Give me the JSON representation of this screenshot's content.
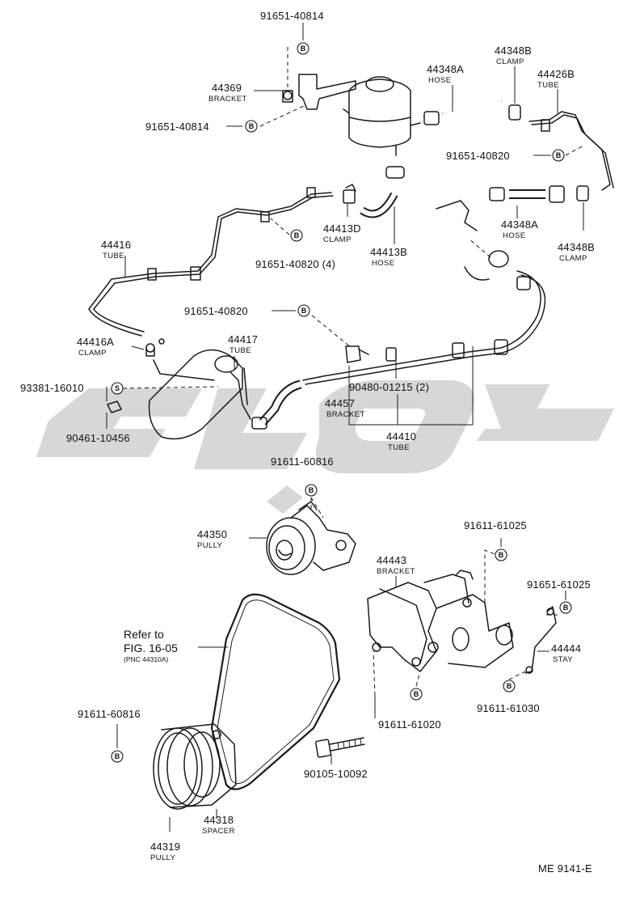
{
  "diagram_code": "ME 9141-E",
  "labels": {
    "p_91651_40814_top": {
      "num": "91651-40814"
    },
    "p_44369": {
      "num": "44369",
      "name": "BRACKET"
    },
    "p_91651_40814_left": {
      "num": "91651-40814"
    },
    "p_44348A_top": {
      "num": "44348A",
      "name": "HOSE"
    },
    "p_44348B_top": {
      "num": "44348B",
      "name": "CLAMP"
    },
    "p_44426B": {
      "num": "44426B",
      "name": "TUBE"
    },
    "p_91651_40820_right": {
      "num": "91651-40820"
    },
    "p_44416": {
      "num": "44416",
      "name": "TUBE"
    },
    "p_44413D": {
      "num": "44413D",
      "name": "CLAMP"
    },
    "p_91651_40820_4": {
      "num": "91651-40820 (4)"
    },
    "p_44413B": {
      "num": "44413B",
      "name": "HOSE"
    },
    "p_44348A_mid": {
      "num": "44348A",
      "name": "HOSE"
    },
    "p_44348B_mid": {
      "num": "44348B",
      "name": "CLAMP"
    },
    "p_91651_40820_mid": {
      "num": "91651-40820"
    },
    "p_44416A": {
      "num": "44416A",
      "name": "CLAMP"
    },
    "p_44417": {
      "num": "44417",
      "name": "TUBE"
    },
    "p_93381": {
      "num": "93381-16010"
    },
    "p_90480": {
      "num": "90480-01215 (2)"
    },
    "p_44457": {
      "num": "44457",
      "name": "BRACKET"
    },
    "p_90461": {
      "num": "90461-10456"
    },
    "p_44410": {
      "num": "44410",
      "name": "TUBE"
    },
    "p_91611_60816_top": {
      "num": "91611-60816"
    },
    "p_44350": {
      "num": "44350",
      "name": "PULLY"
    },
    "p_91611_61025": {
      "num": "91611-61025"
    },
    "p_44443": {
      "num": "44443",
      "name": "BRACKET"
    },
    "p_91651_61025": {
      "num": "91651-61025"
    },
    "p_44444": {
      "num": "44444",
      "name": "STAY"
    },
    "p_91611_61030": {
      "num": "91611-61030"
    },
    "p_91611_61020": {
      "num": "91611-61020"
    },
    "p_91611_60816_low": {
      "num": "91611-60816"
    },
    "p_90105": {
      "num": "90105-10092"
    },
    "p_44318": {
      "num": "44318",
      "name": "SPACER"
    },
    "p_44319": {
      "num": "44319",
      "name": "PULLY"
    }
  },
  "reference": {
    "line1": "Refer to",
    "line2": "FIG. 16-05",
    "line3": "(PNC 44310A)"
  },
  "codes": {
    "bolt": "B",
    "screw": "S"
  },
  "watermark": {
    "color": "#c9c9c9"
  }
}
